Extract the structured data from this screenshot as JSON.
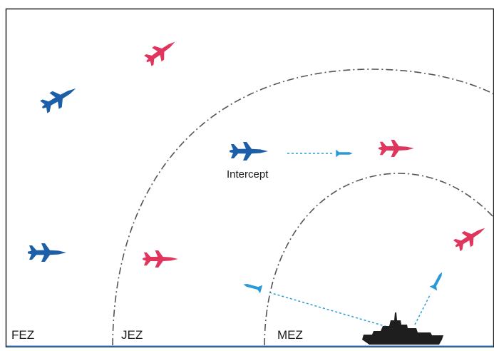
{
  "labels": {
    "intercept": "Intercept",
    "fez": "FEZ",
    "jez": "JEZ",
    "mez": "MEZ"
  },
  "colors": {
    "friendly": "#1c5fa8",
    "hostile": "#e0365e",
    "missile": "#2a9ad6",
    "zone_line": "#555555",
    "frame": "#222222",
    "ship": "#1e1e1e",
    "sea": "#2b6fb3"
  },
  "icons": {
    "friendly_aircraft": "jet-fighter-icon",
    "hostile_aircraft": "jet-fighter-icon",
    "missile": "missile-icon",
    "ship": "warship-icon"
  }
}
